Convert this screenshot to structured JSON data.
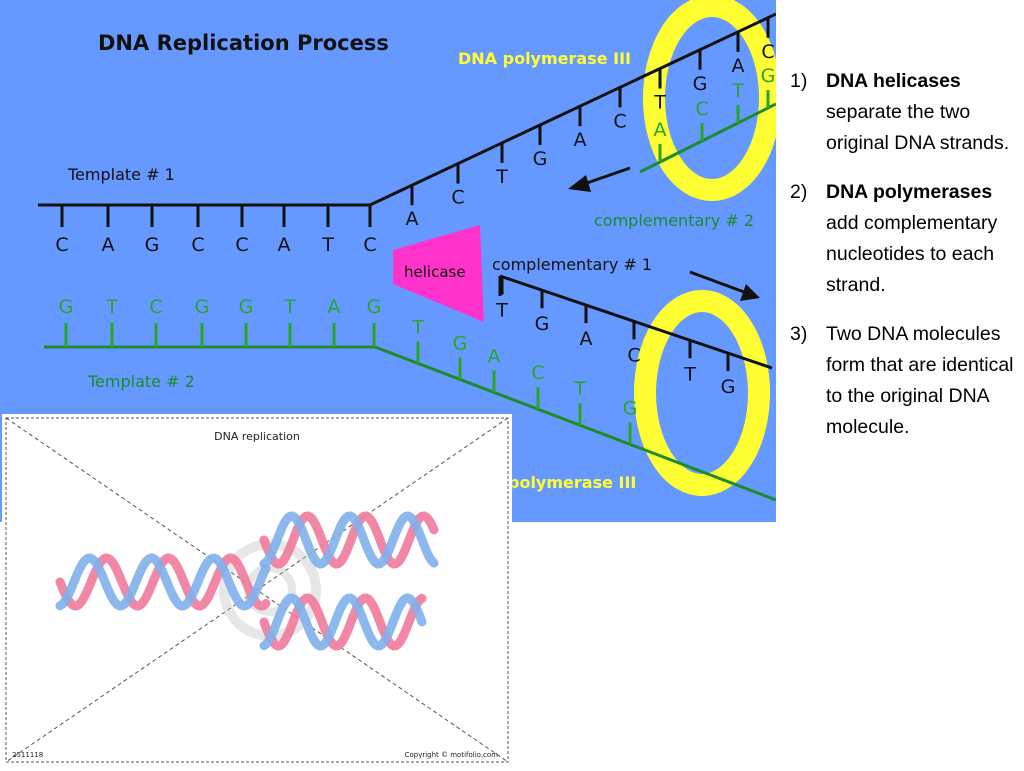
{
  "diagram": {
    "title": "DNA Replication Process",
    "template1_label": "Template # 1",
    "template2_label": "Template # 2",
    "complementary1_label": "complementary # 1",
    "complementary2_label": "complementary # 2",
    "polymerase_top_label": "DNA polymerase III",
    "polymerase_bottom_label": "polymerase III",
    "helicase_label": "helicase",
    "template1_bases": [
      "C",
      "A",
      "G",
      "C",
      "C",
      "A",
      "T",
      "C"
    ],
    "template2_bases": [
      "G",
      "T",
      "C",
      "G",
      "G",
      "T",
      "A",
      "G"
    ],
    "upper_template_bases": [
      "A",
      "C",
      "T",
      "G",
      "A",
      "C",
      "T",
      "G",
      "A",
      "C"
    ],
    "upper_complement_bases": [
      "A",
      "C",
      "T",
      "G"
    ],
    "lower_template_bases": [
      "T",
      "G",
      "A",
      "C",
      "T",
      "G"
    ],
    "lower_complement_bases": [
      "T",
      "G",
      "A",
      "C",
      "T",
      "G"
    ],
    "colors": {
      "background": "#6699ff",
      "template_strand": "#111111",
      "green_strand": "#1f8a2c",
      "helicase": "#ff33cc",
      "polymerase": "#ffff33"
    }
  },
  "inset": {
    "title": "DNA replication",
    "id_text": "2511118",
    "copyright": "Copyright © motifolio.com",
    "colors": {
      "strand_a": "#f07a9a",
      "strand_b": "#7fb0ec"
    }
  },
  "steps": [
    {
      "num": "1)",
      "bold": "DNA helicases",
      "text": "separate the two original DNA strands."
    },
    {
      "num": "2)",
      "bold": "DNA polymerases",
      "text": "add complementary nucleotides to each strand."
    },
    {
      "num": "3)",
      "bold": "",
      "text": "Two DNA molecules form that are identical to the original DNA molecule."
    }
  ]
}
